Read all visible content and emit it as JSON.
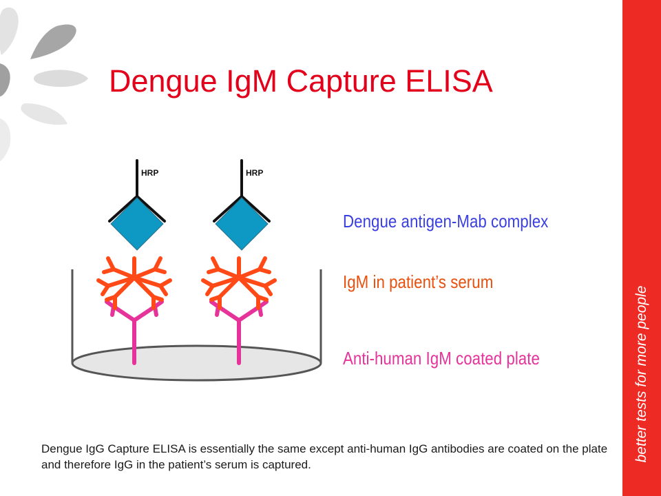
{
  "title": "Dengue IgM Capture ELISA",
  "diagram": {
    "hrp_label": "HRP",
    "labels": [
      {
        "text": "Dengue antigen-Mab complex",
        "color": "#3b3fe0"
      },
      {
        "text": "IgM in patient’s serum",
        "color": "#e8500e"
      },
      {
        "text": "Anti-human IgM coated plate",
        "color": "#e6339a"
      }
    ],
    "colors": {
      "antigen": "#0e99c5",
      "igm": "#ff4a18",
      "capture_antibody": "#e6339a",
      "plate": "#e6e6e6"
    }
  },
  "footnote": "Dengue IgG Capture ELISA is essentially the same except anti-human IgG antibodies are coated on the plate and therefore IgG in the patient’s serum is captured.",
  "sidebar": {
    "tagline": "better tests for more people",
    "color": "#ee2a24"
  }
}
